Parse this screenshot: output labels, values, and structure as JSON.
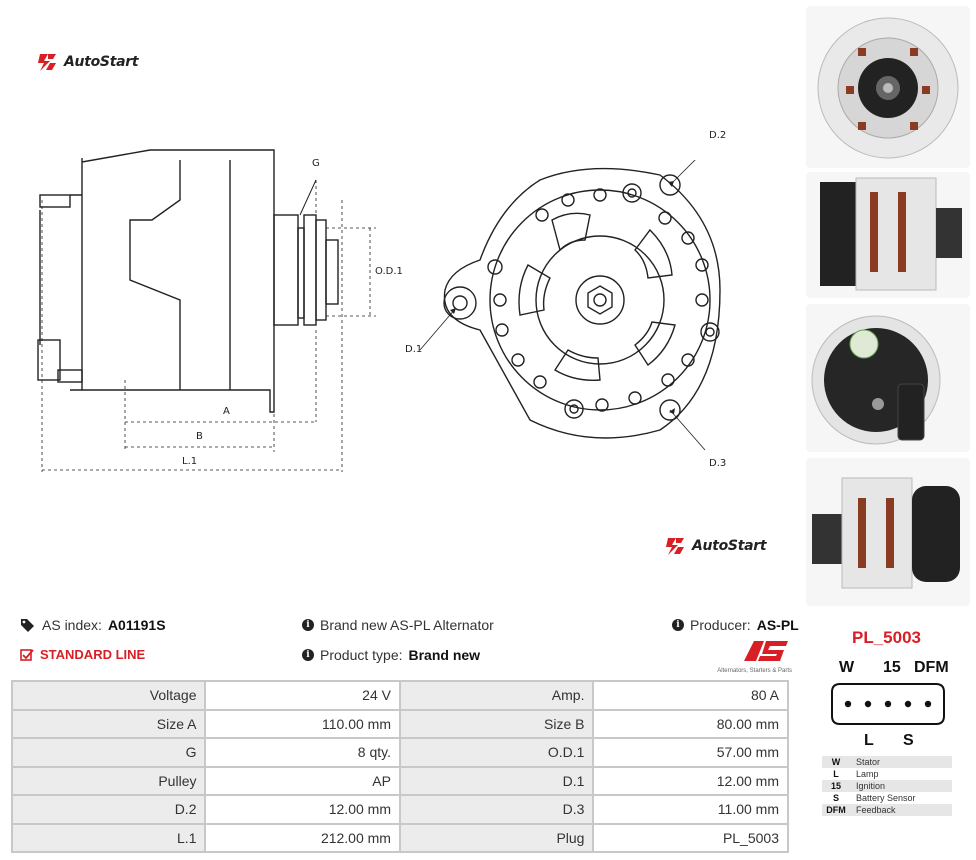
{
  "brand": {
    "name": "AutoStart"
  },
  "drawing": {
    "labels": {
      "g": "G",
      "od1": "O.D.1",
      "a": "A",
      "b": "B",
      "l1": "L.1",
      "d1": "D.1",
      "d2": "D.2",
      "d3": "D.3"
    }
  },
  "info": {
    "as_index_label": "AS index:",
    "as_index_value": "A01191S",
    "line_label": "STANDARD LINE",
    "description": "Brand new AS-PL Alternator",
    "product_type_label": "Product type:",
    "product_type_value": "Brand new",
    "producer_label": "Producer:",
    "producer_value": "AS-PL",
    "aspl_tagline": "Alternators, Starters & Parts"
  },
  "specs": [
    [
      {
        "k": "Voltage",
        "v": "24 V"
      },
      {
        "k": "Amp.",
        "v": "80 A"
      }
    ],
    [
      {
        "k": "Size A",
        "v": "110.00 mm"
      },
      {
        "k": "Size B",
        "v": "80.00 mm"
      }
    ],
    [
      {
        "k": "G",
        "v": "8 qty."
      },
      {
        "k": "O.D.1",
        "v": "57.00 mm"
      }
    ],
    [
      {
        "k": "Pulley",
        "v": "AP"
      },
      {
        "k": "D.1",
        "v": "12.00 mm"
      }
    ],
    [
      {
        "k": "D.2",
        "v": "12.00 mm"
      },
      {
        "k": "D.3",
        "v": "11.00 mm"
      }
    ],
    [
      {
        "k": "L.1",
        "v": "212.00 mm"
      },
      {
        "k": "Plug",
        "v": "PL_5003"
      }
    ]
  ],
  "plug": {
    "title": "PL_5003",
    "top_pins": [
      "W",
      "15",
      "DFM"
    ],
    "bottom_pins": [
      "L",
      "S"
    ],
    "legend": [
      {
        "code": "W",
        "desc": "Stator"
      },
      {
        "code": "L",
        "desc": "Lamp"
      },
      {
        "code": "15",
        "desc": "Ignition"
      },
      {
        "code": "S",
        "desc": "Battery Sensor"
      },
      {
        "code": "DFM",
        "desc": "Feedback"
      }
    ]
  },
  "colors": {
    "accent": "#d91f26",
    "table_key_bg": "#ececec",
    "border": "#c8c8c8"
  }
}
